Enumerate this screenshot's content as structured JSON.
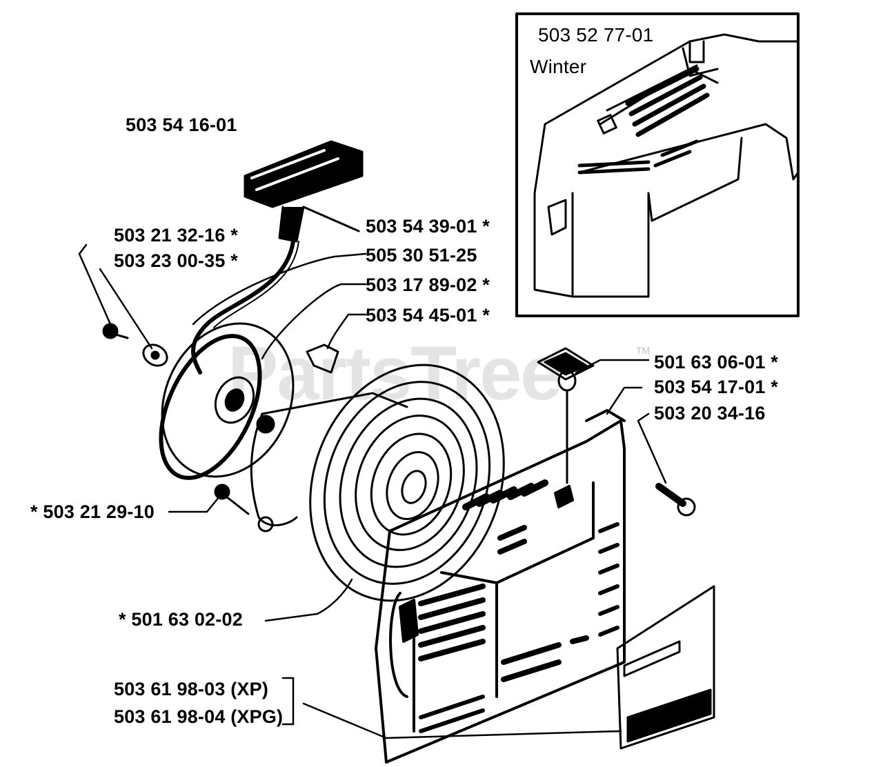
{
  "watermark": {
    "text": "PartsTree",
    "tm": "TM"
  },
  "inset": {
    "part": "503 52 77-01",
    "caption": "Winter"
  },
  "labels": {
    "handle": "503 54 16-01",
    "p1": "503 21 32-16  *",
    "p2": "503 23 00-35  *",
    "p3": "503 54 39-01  *",
    "p4": "505 30 51-25",
    "p5": "503 17 89-02  *",
    "p6": "503 54 45-01  *",
    "p7": "501 63 06-01  *",
    "p8": "503 54 17-01  *",
    "p9": "503 20 34-16",
    "p10": "*  503 21 29-10",
    "p11": "*  501 63 02-02",
    "p12": "503 61 98-03 (XP)",
    "p13": "503 61 98-04 (XPG)"
  }
}
